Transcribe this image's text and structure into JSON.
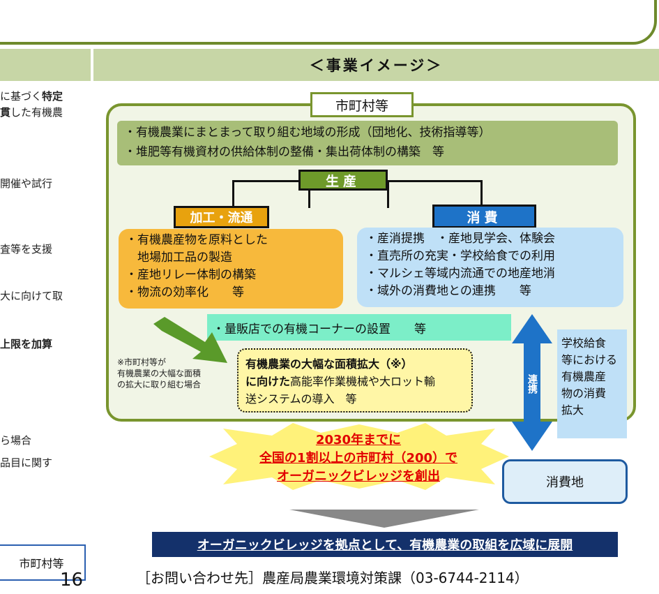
{
  "header": {
    "right_title": "＜事業イメージ＞"
  },
  "left_column": {
    "line1_a": "に基づく",
    "line1_b": "特定",
    "line2_a": "貫",
    "line2_b": "した有機農",
    "line3": "開催や試行",
    "line4": "査等を支援",
    "line5": "大に向けて取",
    "line6": "上限を加算",
    "line7": "ら場合",
    "line8": "品目に関す"
  },
  "diagram": {
    "municipality_label": "市町村等",
    "formation": [
      "・有機農業にまとまって取り組む地域の形成（団地化、技術指導等）",
      "・堆肥等有機資材の供給体制の整備・集出荷体制の構築　等"
    ],
    "production_label": "生産",
    "processing_label": "加工・流通",
    "consumption_label": "消費",
    "processing_items": [
      "・有機農産物を原料とした",
      "　地場加工品の製造",
      "・産地リレー体制の構築",
      "・物流の効率化　　等"
    ],
    "consumption_items": [
      "・産消提携　・産地見学会、体験会",
      "・直売所の充実・学校給食での利用",
      "・マルシェ等域内流通での地産地消",
      "・域外の消費地との連携　　等"
    ],
    "mass_retail": "・量販店での有機コーナーの設置　　等",
    "note": [
      "※市町村等が",
      "有機農業の大幅な面積",
      "の拡大に取り組む場合"
    ],
    "expansion_bold_1": "有機農業の大幅な面積拡大（※）",
    "expansion_bold_2": "に向けた",
    "expansion_rest_2": "高能率作業機械や大ロット輸",
    "expansion_line_3": "送システムの導入　等",
    "cooperation_label": "連携",
    "school_lunch": [
      "学校給食",
      "等における",
      "有機農産",
      "物の消費",
      "拡大"
    ],
    "consumption_area": "消費地"
  },
  "goal": {
    "line1": "2030年までに",
    "line2": "全国の1割以上の市町村（200）で",
    "line3": "オーガニックビレッジを創出"
  },
  "banner": "オーガニックビレッジを拠点として、有機農業の取組を広域に展開",
  "contact": "［お問い合わせ先］農産局農業環境対策課（03-6744-2114）",
  "applicant": "市町村等",
  "page_number": "16",
  "colors": {
    "frame_green": "#79952e",
    "production_green": "#6e9a2a",
    "processing_orange": "#e8a20e",
    "consumption_blue": "#1e73c8",
    "goal_red": "#e10000",
    "banner_navy": "#14316b"
  }
}
